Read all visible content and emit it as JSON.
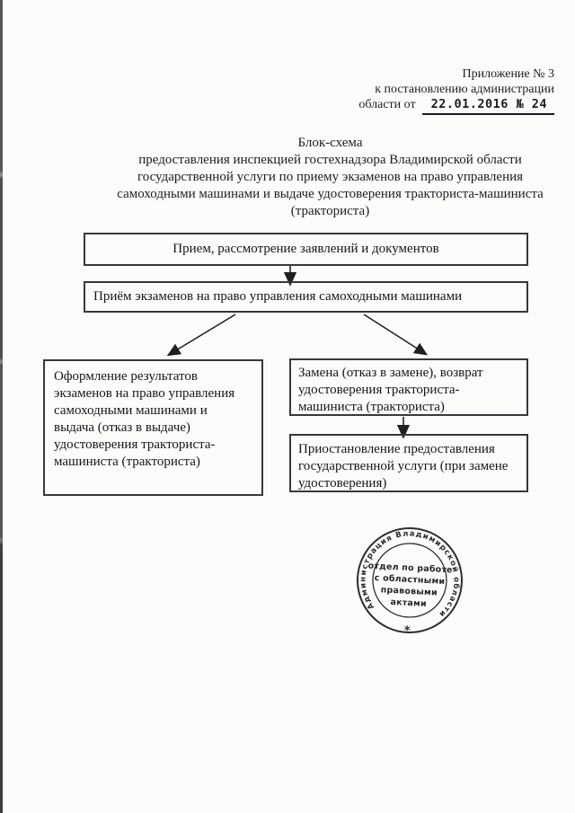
{
  "page": {
    "ink": "#1d1d1d",
    "border_color": "#383838",
    "background": "#fcfcfb"
  },
  "header": {
    "line1": "Приложение № 3",
    "line2": "к постановлению администрации",
    "line3_prefix": "области от",
    "line3_value": "22.01.2016 № 24"
  },
  "title": {
    "line1": "Блок-схема",
    "line2": "предоставления инспекцией гостехнадзора Владимирской области",
    "line3": "государственной услуги по приему экзаменов на право управления",
    "line4": "самоходными машинами и выдаче удостоверения тракториста-машиниста",
    "line5": "(тракториста)"
  },
  "flowchart": {
    "box_intake": "Прием, рассмотрение заявлений и документов",
    "box_exams": "Приём экзаменов на право управления самоходными машинами",
    "box_results": "Оформление результатов экзаменов на право управления самоходными машинами и выдача (отказ в выдаче) удостоверения тракториста-машиниста (тракториста)",
    "box_replacement": "Замена (отказ в замене), возврат удостоверения тракториста-машиниста (тракториста)",
    "box_suspension": "Приостановление предоставления государственной услуги (при замене удостоверения)"
  },
  "stamp": {
    "ring_text": "Администрация Владимирской области",
    "ring_star": "*",
    "center_line1": "отдел по работе",
    "center_line2": "с областными",
    "center_line3": "правовыми",
    "center_line4": "актами"
  }
}
